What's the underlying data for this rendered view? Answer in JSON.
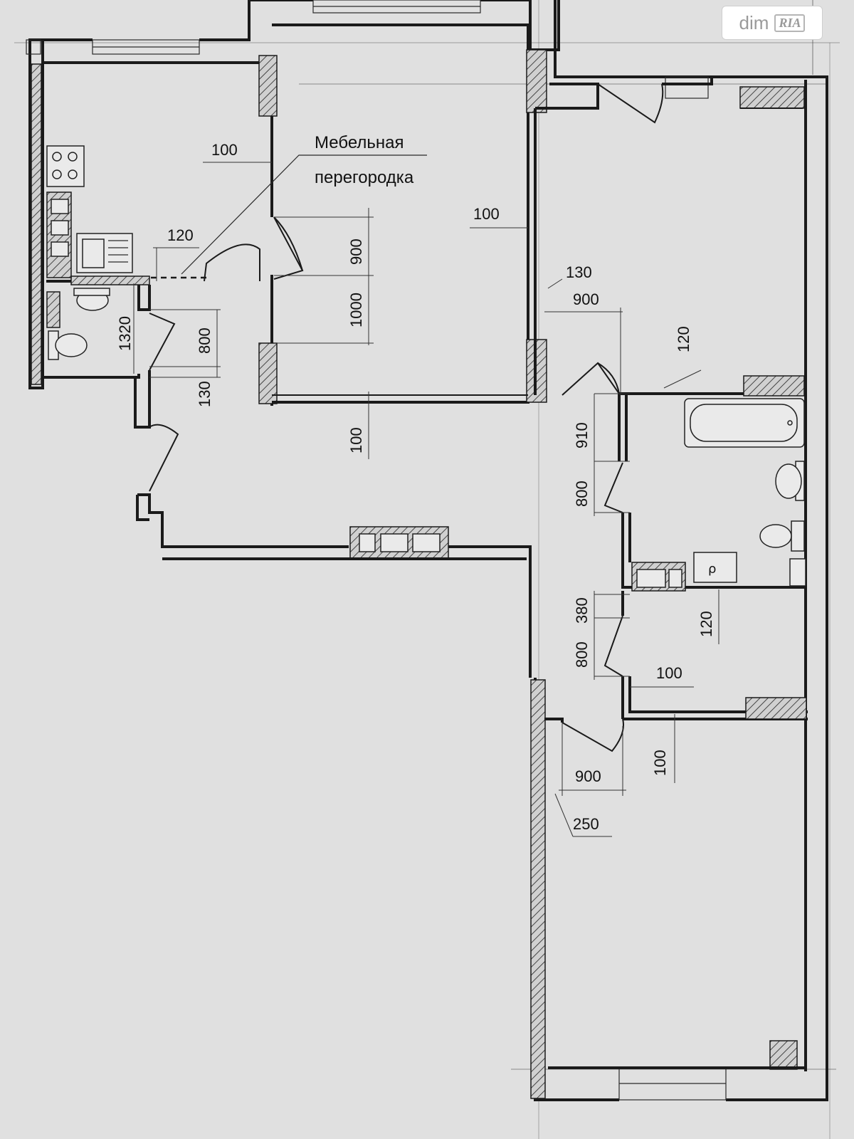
{
  "watermark": {
    "brand_left": "dim",
    "brand_right": "RIA"
  },
  "labels": {
    "furniture_partition_line1": "Мебельная",
    "furniture_partition_line2": "перегородка"
  },
  "dimensions": {
    "kitchen_wall_thickness": "100",
    "kitchen_partition": "120",
    "bath_small_width": "1320",
    "bath_small_door": "800",
    "bath_small_offset": "130",
    "room_top_door_upper": "900",
    "room_top_door_lower": "1000",
    "room_top_right_wall": "100",
    "hall_wall": "100",
    "right_room_offset": "130",
    "right_room_door": "900",
    "right_room_partition": "120",
    "bath_large_offset": "910",
    "bath_large_door": "800",
    "wc_offset": "380",
    "wc_door": "800",
    "wc_partition": "120",
    "wc_wall": "100",
    "bottom_room_wall": "100",
    "bottom_room_door": "900",
    "bottom_room_offset": "250"
  },
  "icons": [
    "stove-icon",
    "sink-icon",
    "washbasin-icon",
    "toilet-icon",
    "bathtub-icon",
    "ventilation-shaft-icon",
    "riser-icon"
  ]
}
